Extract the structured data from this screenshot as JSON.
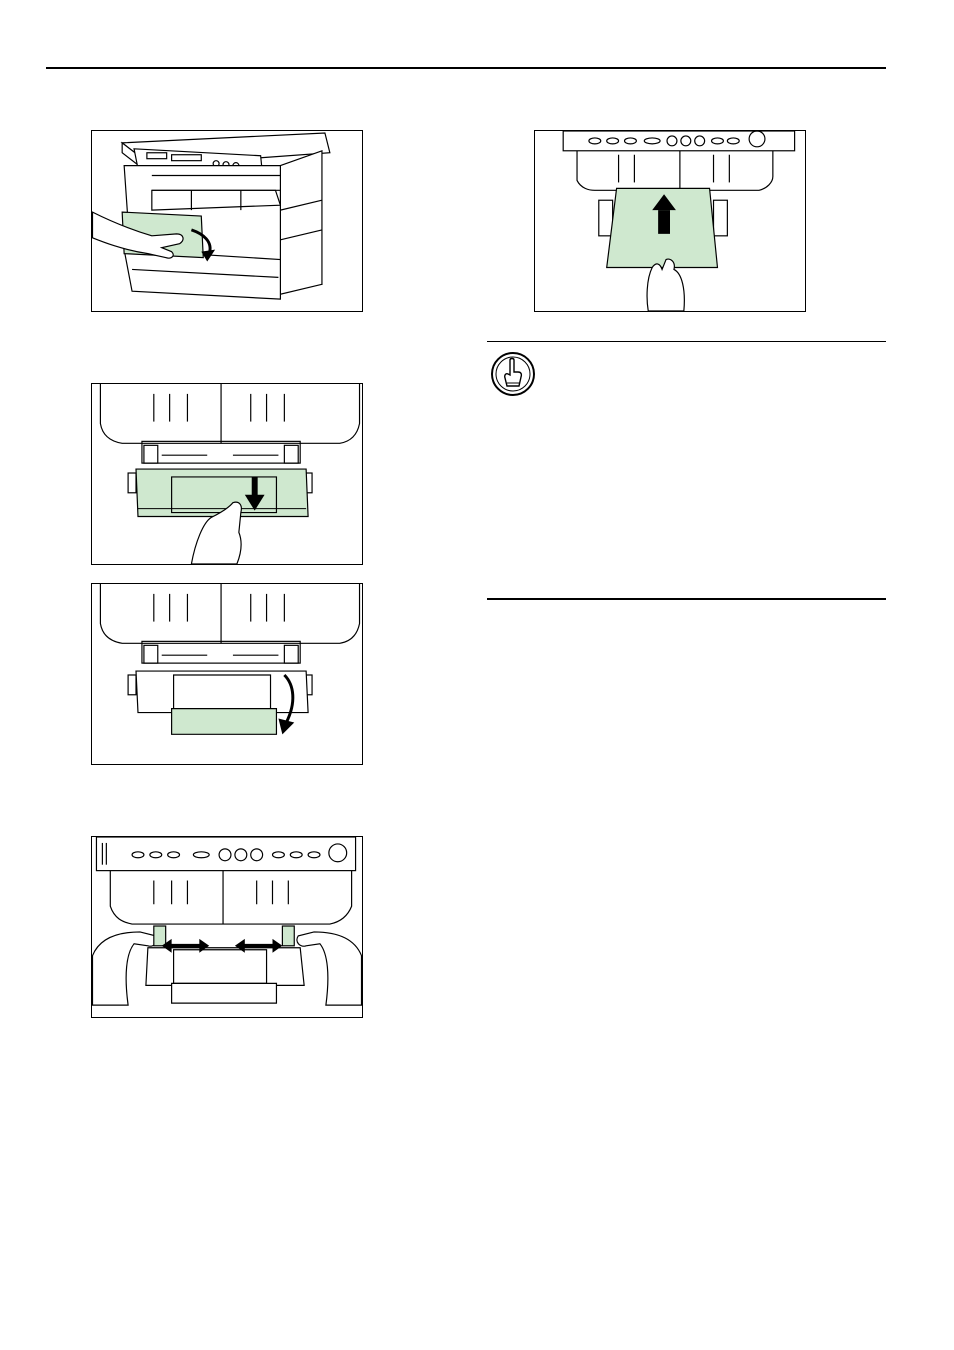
{
  "page": {
    "colors": {
      "paper_green": "#cfe8cf",
      "line": "#000000",
      "background": "#ffffff"
    },
    "figures": [
      {
        "id": "open-front-cover",
        "icon": "printer-front-cover-icon"
      },
      {
        "id": "pull-out-tray",
        "icon": "tray-extension-icon"
      },
      {
        "id": "unfold-tray-extension",
        "icon": "tray-unfold-icon"
      },
      {
        "id": "adjust-paper-guides",
        "icon": "paper-guides-icon"
      },
      {
        "id": "insert-paper",
        "icon": "insert-paper-icon"
      }
    ],
    "note": {
      "icon": "pointing-hand-icon"
    }
  }
}
